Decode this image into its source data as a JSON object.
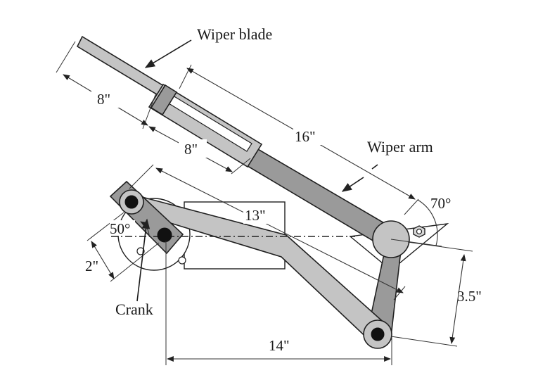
{
  "labels": {
    "wiper_blade": "Wiper blade",
    "wiper_arm": "Wiper arm",
    "crank": "Crank"
  },
  "dimensions": {
    "blade_outer": "8\"",
    "blade_inner": "8\"",
    "arm_length": "16\"",
    "coupler_length": "13\"",
    "crank_length": "2\"",
    "ground_horizontal": "14\"",
    "ground_vertical": "3.5\"",
    "crank_angle": "50°",
    "arm_angle": "70°"
  },
  "colors": {
    "part_fill": "#9a9a9a",
    "part_light": "#c4c4c4",
    "outline": "#202020"
  }
}
